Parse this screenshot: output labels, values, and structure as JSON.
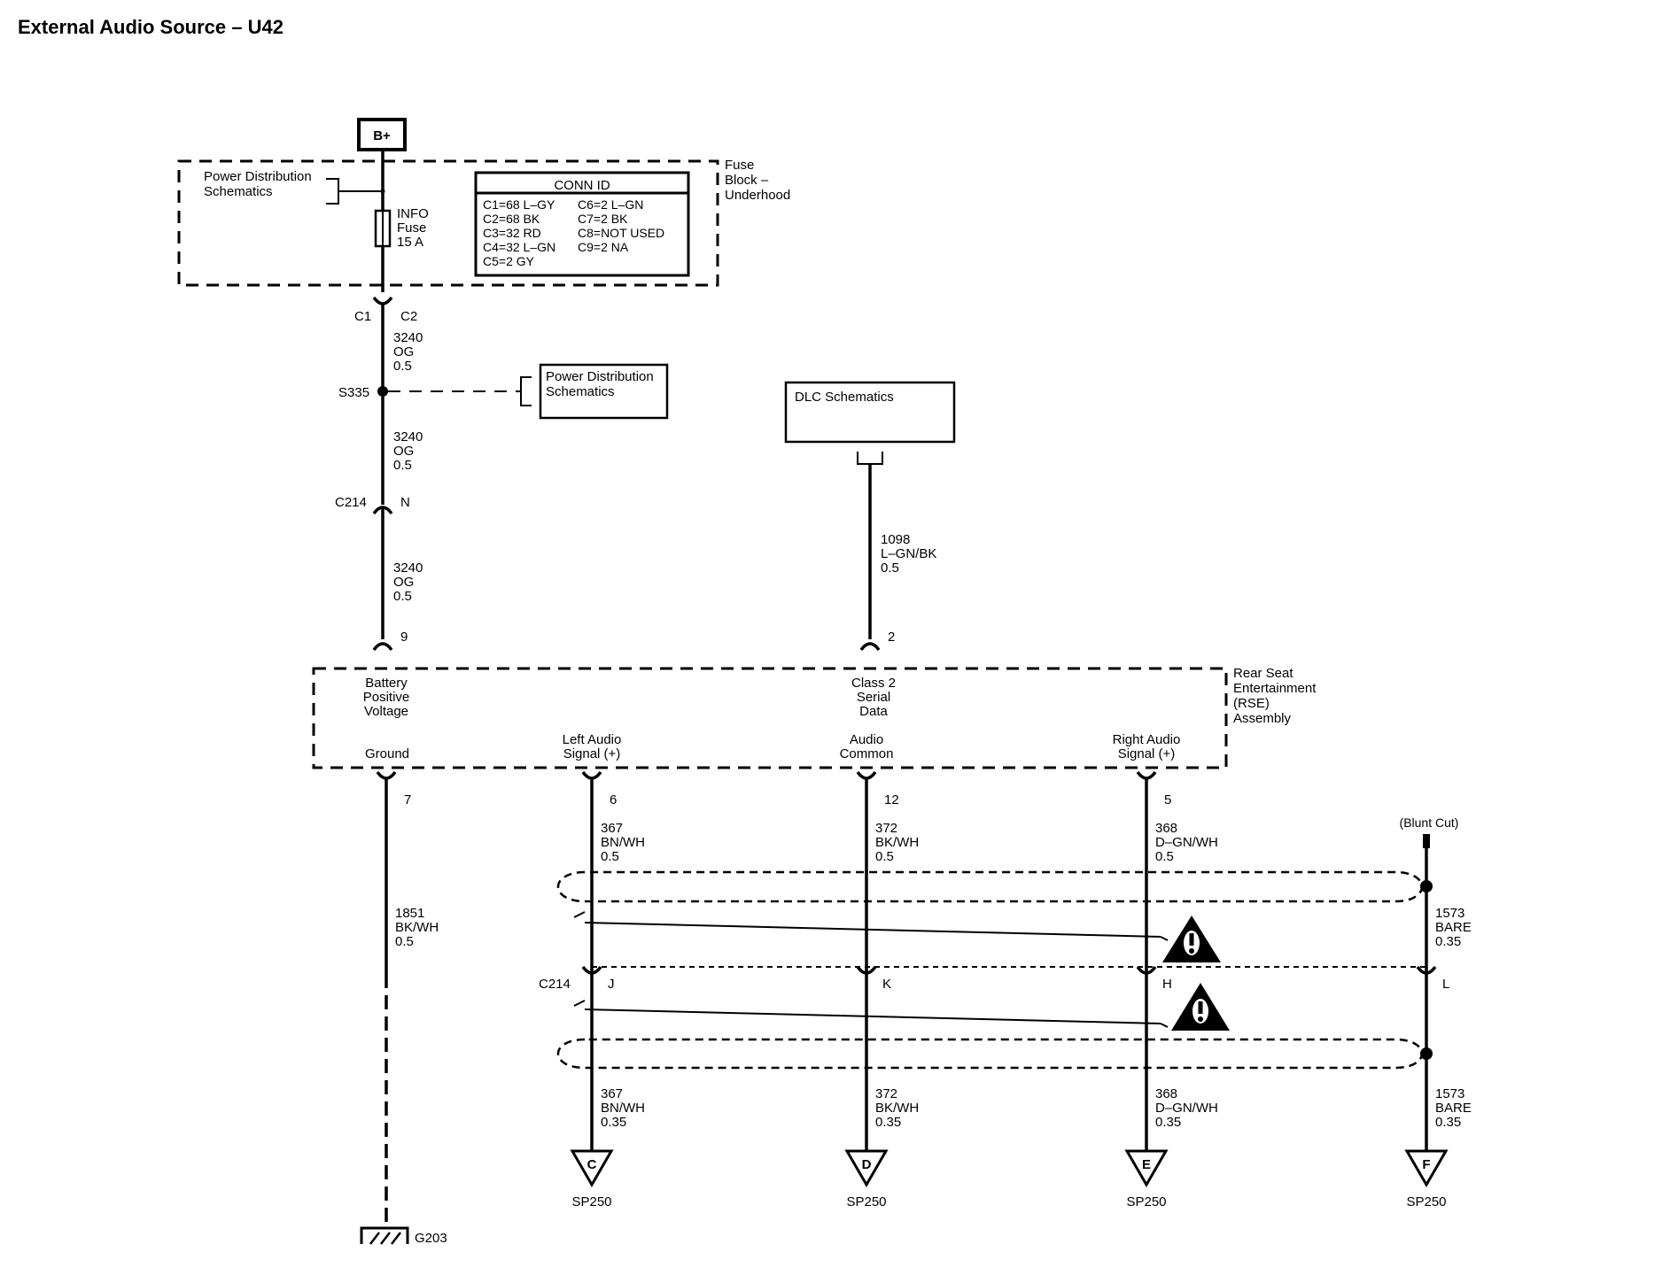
{
  "title": "External Audio Source – U42",
  "bplus": "B+",
  "fuse_block": {
    "label_lines": [
      "Fuse",
      "Block –",
      "Underhood"
    ],
    "power_dist_lines": [
      "Power Distribution",
      "Schematics"
    ],
    "fuse_lines": [
      "INFO",
      "Fuse",
      "15 A"
    ],
    "conn_id": {
      "header": "CONN ID",
      "rows": [
        [
          "C1=68 L–GY",
          "C6=2 L–GN"
        ],
        [
          "C2=68 BK",
          "C7=2 BK"
        ],
        [
          "C3=32 RD",
          "C8=NOT USED"
        ],
        [
          "C4=32 L–GN",
          "C9=2 NA"
        ],
        [
          "C5=2 GY",
          ""
        ]
      ]
    }
  },
  "connectors": {
    "c1": "C1",
    "c2": "C2",
    "s335": "S335",
    "c214_top": "C214",
    "c214_top_pin": "N",
    "c214_bottom": "C214"
  },
  "power_dist2_lines": [
    "Power Distribution",
    "Schematics"
  ],
  "dlc_label": "DLC Schematics",
  "wires": {
    "w3240_a": [
      "3240",
      "OG",
      "0.5"
    ],
    "w3240_b": [
      "3240",
      "OG",
      "0.5"
    ],
    "w3240_c": [
      "3240",
      "OG",
      "0.5"
    ],
    "w1098": [
      "1098",
      "L–GN/BK",
      "0.5"
    ],
    "w1851": [
      "1851",
      "BK/WH",
      "0.5"
    ],
    "w367_top": [
      "367",
      "BN/WH",
      "0.5"
    ],
    "w372_top": [
      "372",
      "BK/WH",
      "0.5"
    ],
    "w368_top": [
      "368",
      "D–GN/WH",
      "0.5"
    ],
    "w1573_top": [
      "1573",
      "BARE",
      "0.35"
    ],
    "w367_bot": [
      "367",
      "BN/WH",
      "0.35"
    ],
    "w372_bot": [
      "372",
      "BK/WH",
      "0.35"
    ],
    "w368_bot": [
      "368",
      "D–GN/WH",
      "0.35"
    ],
    "w1573_bot": [
      "1573",
      "BARE",
      "0.35"
    ]
  },
  "rse": {
    "label_lines": [
      "Rear Seat",
      "Entertainment",
      "(RSE)",
      "Assembly"
    ],
    "pin9": "9",
    "pin2": "2",
    "pin7": "7",
    "pin6": "6",
    "pin12": "12",
    "pin5": "5",
    "battery_lines": [
      "Battery",
      "Positive",
      "Voltage"
    ],
    "class2_lines": [
      "Class 2",
      "Serial",
      "Data"
    ],
    "ground": "Ground",
    "left_audio_lines": [
      "Left Audio",
      "Signal (+)"
    ],
    "audio_common_lines": [
      "Audio",
      "Common"
    ],
    "right_audio_lines": [
      "Right Audio",
      "Signal (+)"
    ]
  },
  "blunt_cut": "(Blunt Cut)",
  "c214_pins": [
    "J",
    "K",
    "H",
    "L"
  ],
  "splices": [
    {
      "letter": "C",
      "name": "SP250"
    },
    {
      "letter": "D",
      "name": "SP250"
    },
    {
      "letter": "E",
      "name": "SP250"
    },
    {
      "letter": "F",
      "name": "SP250"
    }
  ],
  "ground_label": "G203"
}
